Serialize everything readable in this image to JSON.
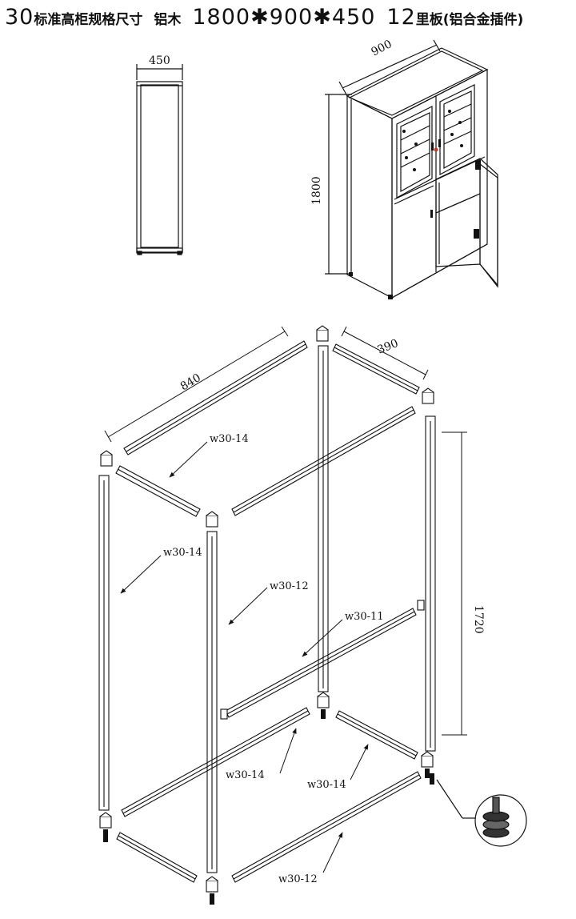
{
  "title": {
    "series_num": "30",
    "series_text": "标准高柜规格尺寸",
    "material": "铝木",
    "size": "1800✱900✱450",
    "shelf_num": "12",
    "shelf_text": "里板(铝合金插件)"
  },
  "dimensions": {
    "side_width": "450",
    "front_width": "900",
    "height": "1800",
    "beam_length": "840",
    "depth_beam": "390",
    "post_height": "1720"
  },
  "part_labels": {
    "top_beam_label": "w30-14",
    "left_post_label": "w30-14",
    "center_post_label": "w30-12",
    "shelf_beam_label": "w30-11",
    "bottom_beam_label_a": "w30-14",
    "bottom_beam_label_b": "w30-14",
    "bottom_front_label": "w30-12"
  }
}
